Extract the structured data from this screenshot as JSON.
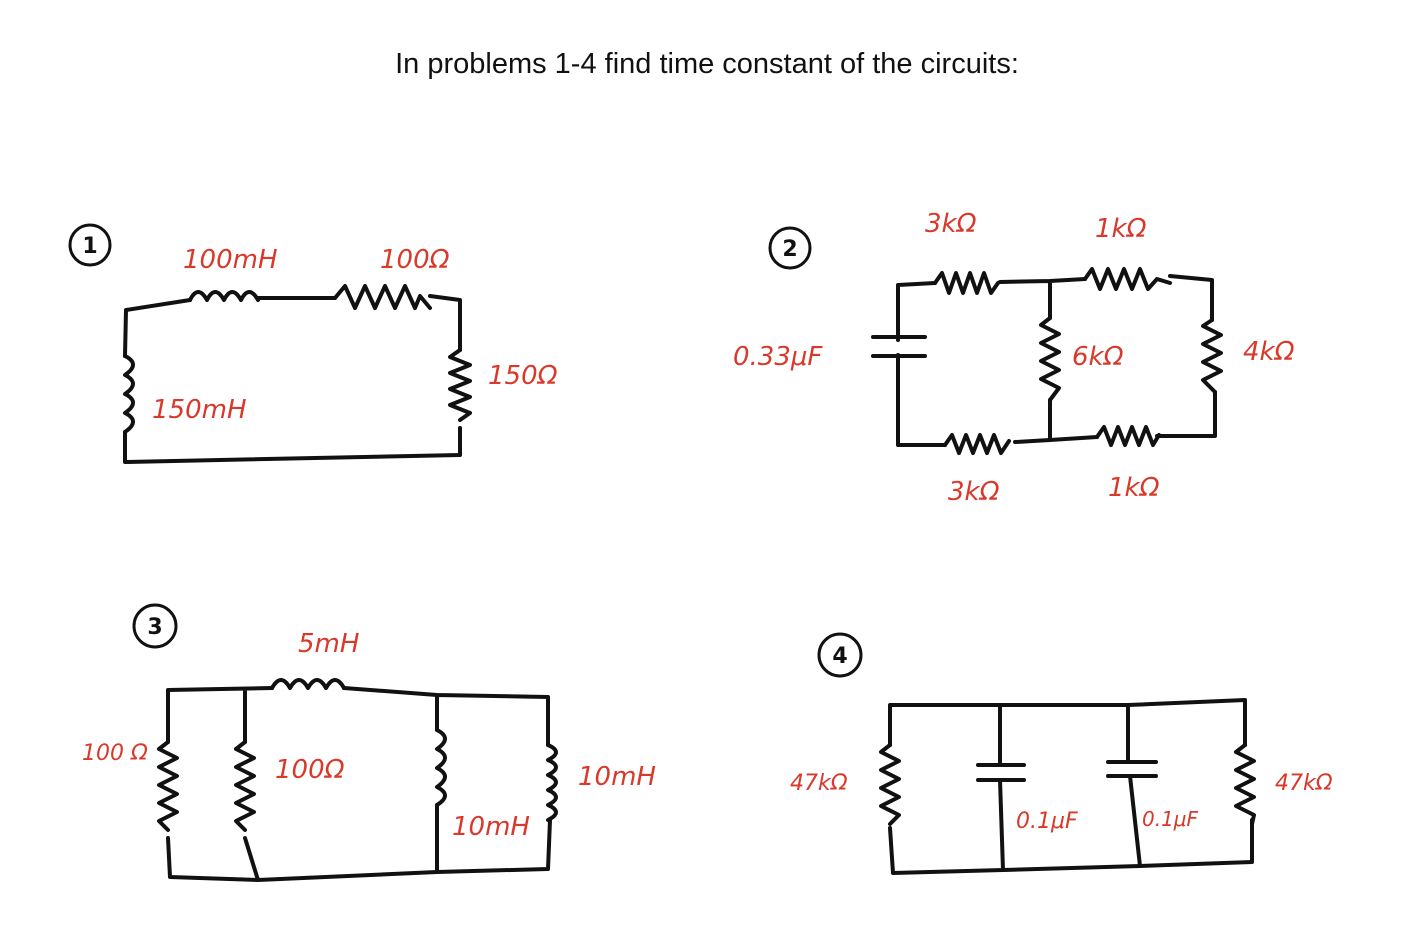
{
  "title": "In problems 1-4 find time constant of the circuits:",
  "colors": {
    "ink": "#111111",
    "label": "#d8392b"
  },
  "circuits": [
    {
      "number": "1",
      "labels": {
        "l_top": "100mH",
        "r_top": "100Ω",
        "l_left": "150mH",
        "r_right": "150Ω"
      }
    },
    {
      "number": "2",
      "labels": {
        "r_top_left": "3kΩ",
        "r_top_right": "1kΩ",
        "c_left": "0.33μF",
        "r_mid": "6kΩ",
        "r_right": "4kΩ",
        "r_bot_left": "3kΩ",
        "r_bot_right": "1kΩ"
      }
    },
    {
      "number": "3",
      "labels": {
        "l_top": "5mH",
        "r_left": "100 Ω",
        "r_mid": "100Ω",
        "l_mid": "10mH",
        "l_right": "10mH"
      }
    },
    {
      "number": "4",
      "labels": {
        "r_left": "47kΩ",
        "c_left": "0.1μF",
        "c_right": "0.1μF",
        "r_right": "47kΩ"
      }
    }
  ]
}
